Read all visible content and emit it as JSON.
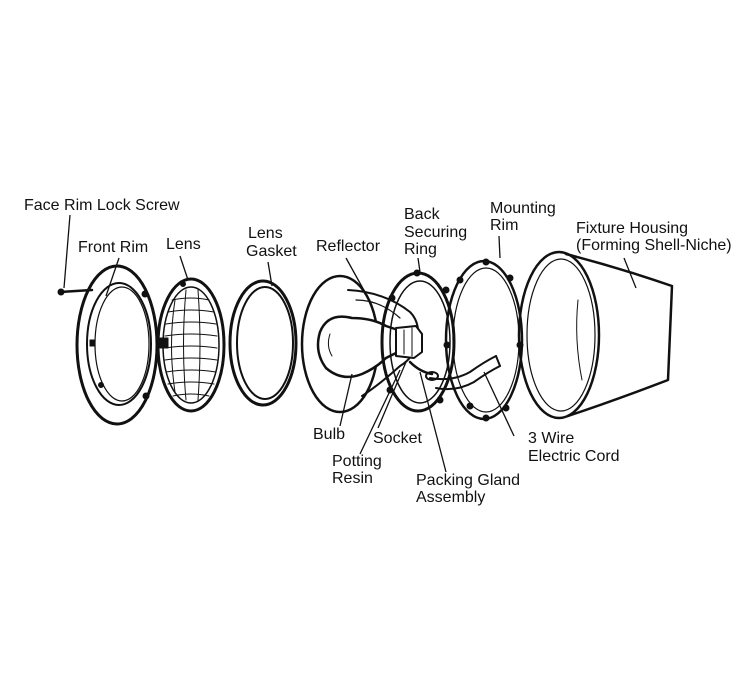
{
  "labels": {
    "face_rim_lock_screw": "Face Rim Lock Screw",
    "front_rim": "Front Rim",
    "lens": "Lens",
    "lens_gasket_1": "Lens",
    "lens_gasket_2": "Gasket",
    "reflector": "Reflector",
    "back_securing_ring_1": "Back",
    "back_securing_ring_2": "Securing",
    "back_securing_ring_3": "Ring",
    "mounting_rim_1": "Mounting",
    "mounting_rim_2": "Rim",
    "fixture_housing_1": "Fixture Housing",
    "fixture_housing_2": "(Forming Shell-Niche)",
    "bulb": "Bulb",
    "socket": "Socket",
    "potting_resin_1": "Potting",
    "potting_resin_2": "Resin",
    "packing_gland_1": "Packing Gland",
    "packing_gland_2": "Assembly",
    "wire_cord_1": "3 Wire",
    "wire_cord_2": "Electric Cord"
  },
  "colors": {
    "line": "#111111",
    "background": "#ffffff"
  }
}
